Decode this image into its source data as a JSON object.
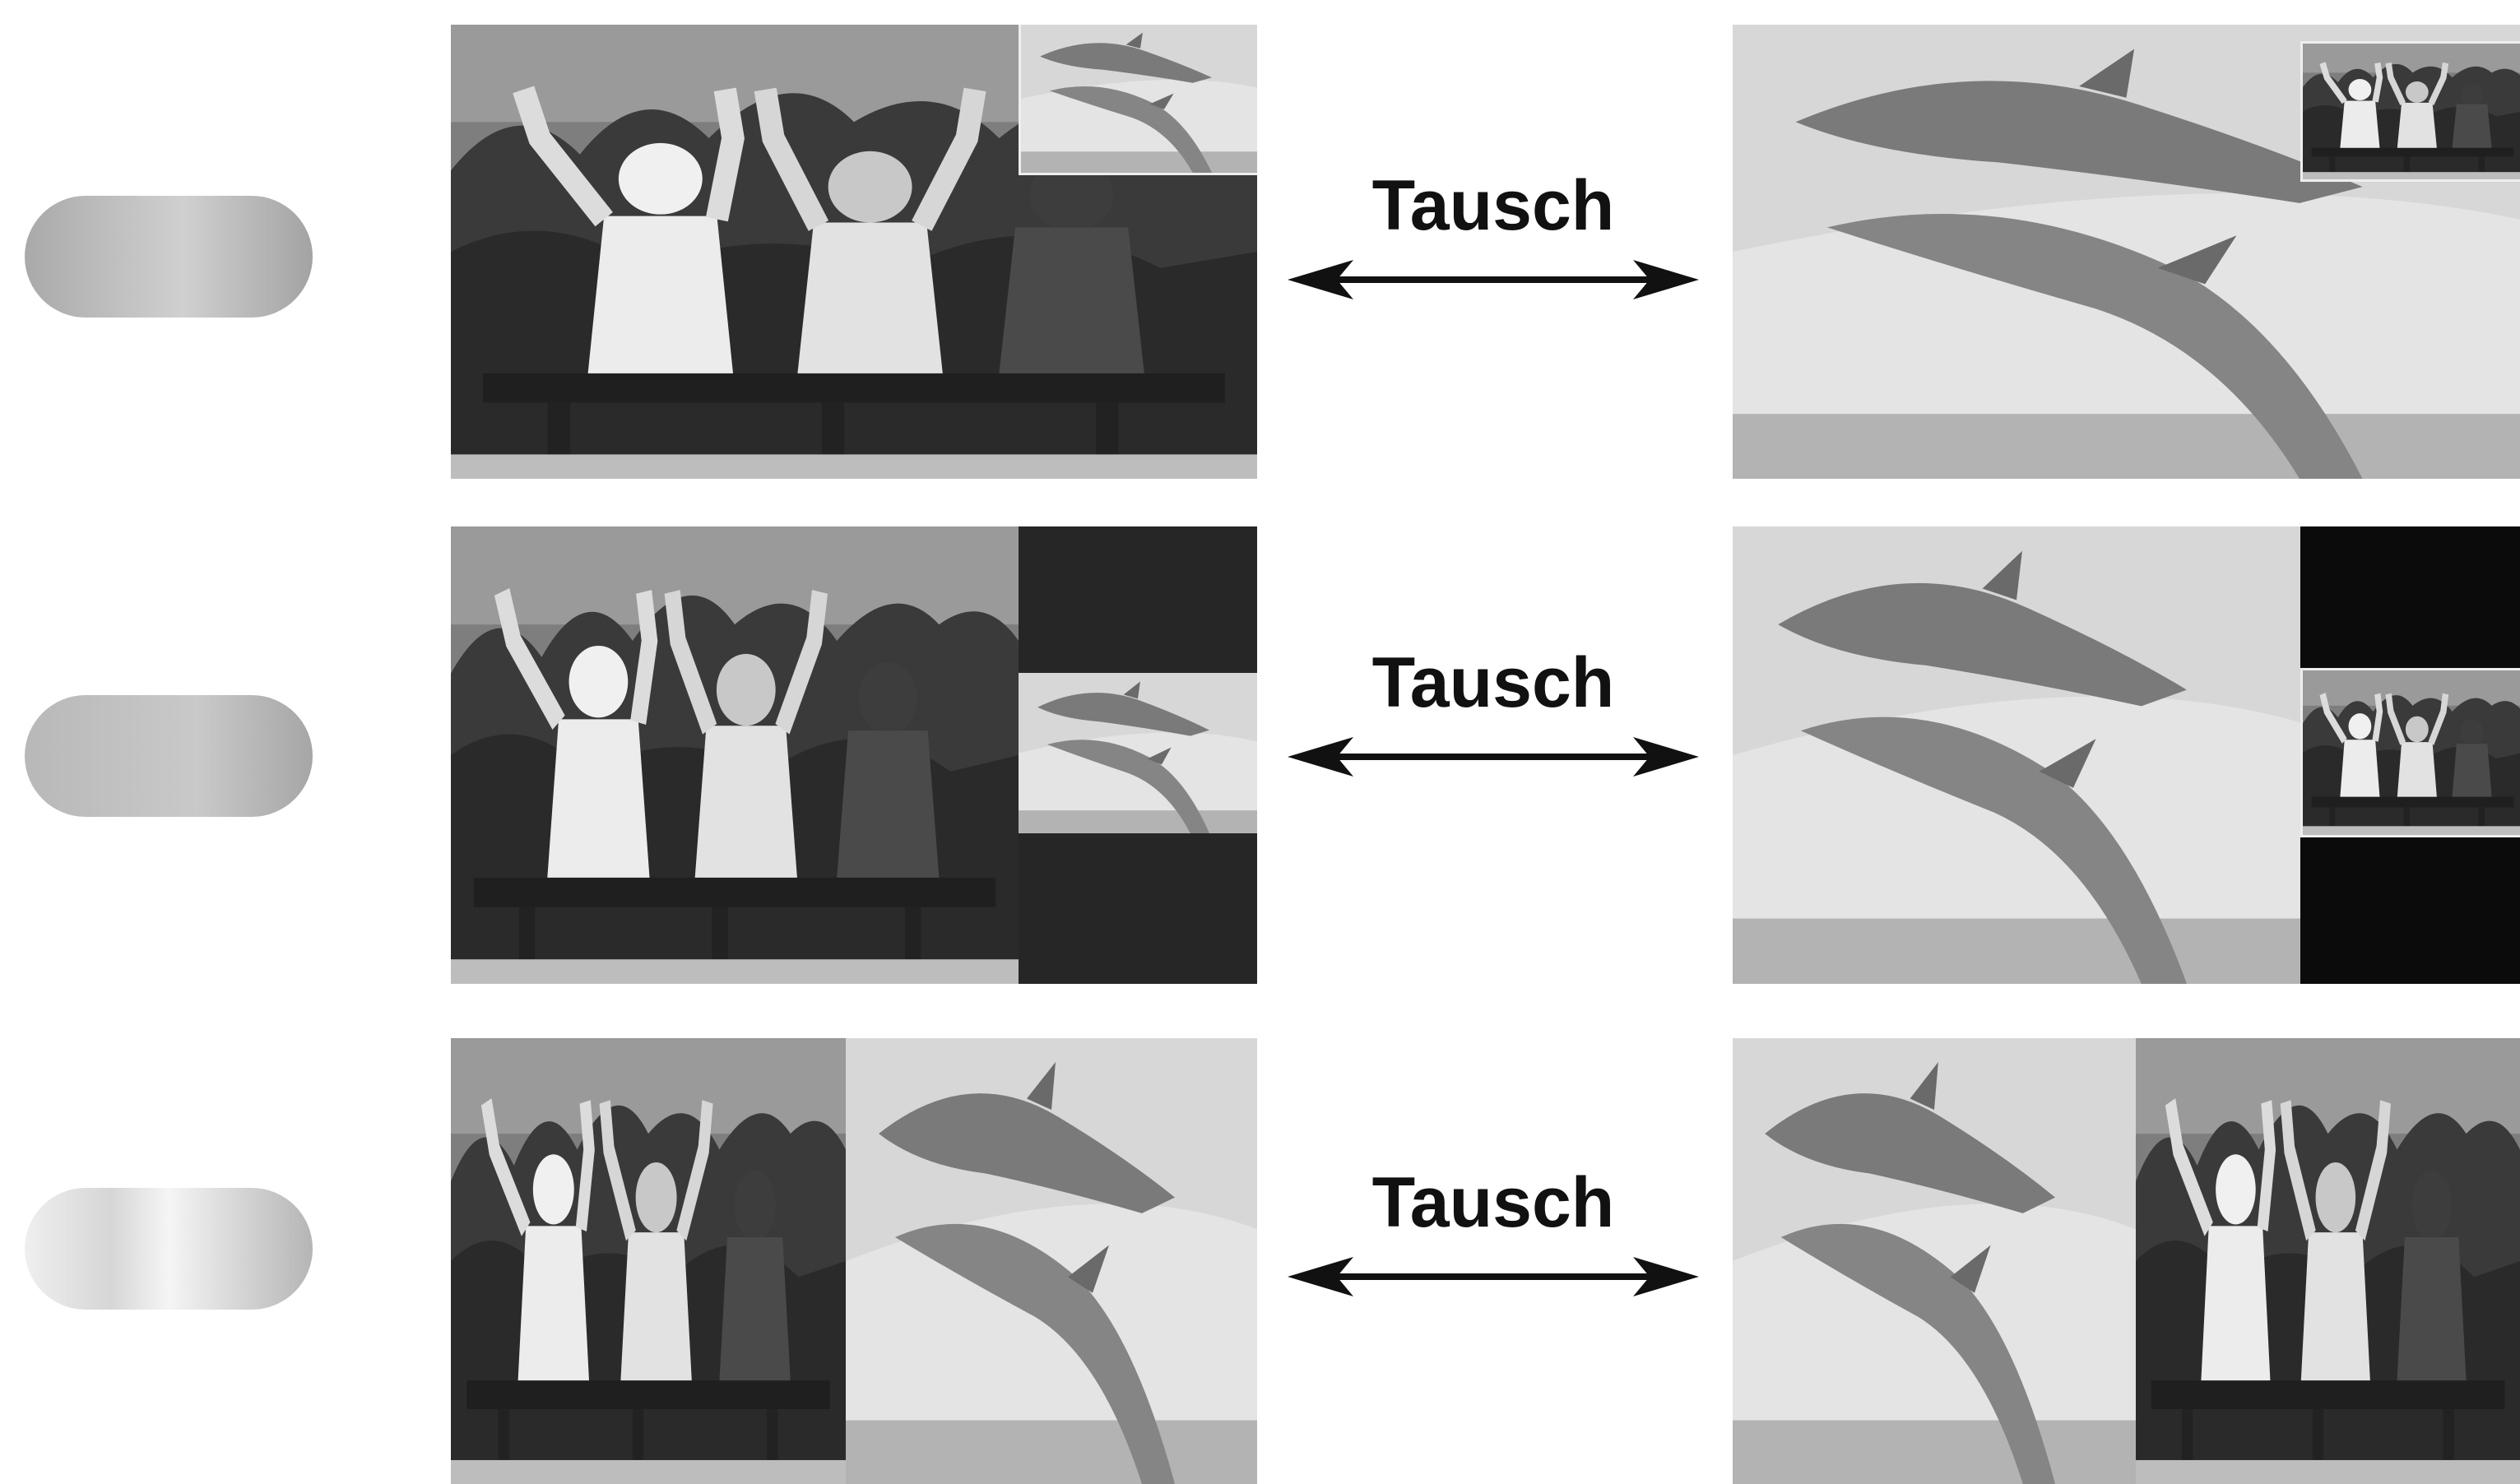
{
  "rows": [
    {
      "swap_label": "Tausch"
    },
    {
      "swap_label": "Tausch"
    },
    {
      "swap_label": "Tausch"
    }
  ],
  "colors": {
    "pill_grey": "#bdbdbd",
    "arrow": "#111111",
    "black_box": "#0b0b0b"
  },
  "icons": [
    "double-arrow-icon",
    "kids-photo",
    "dolphins-photo"
  ]
}
